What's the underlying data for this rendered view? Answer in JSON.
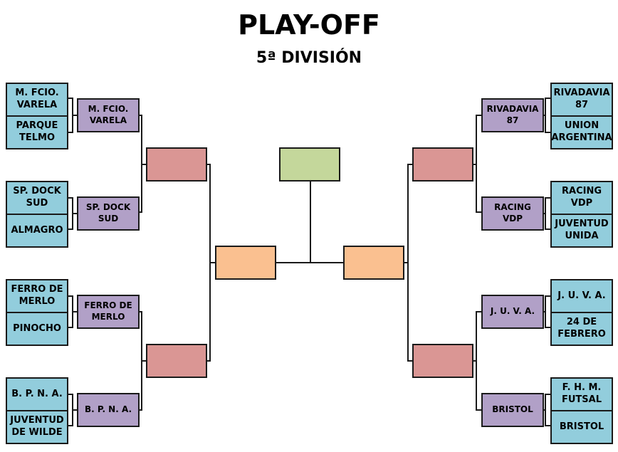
{
  "header": {
    "title": "PLAY-OFF",
    "subtitle": "5ª DIVISIÓN"
  },
  "left": {
    "round1": [
      "M. FCIO. VARELA",
      "PARQUE TELMO",
      "SP. DOCK SUD",
      "ALMAGRO",
      "FERRO DE MERLO",
      "PINOCHO",
      "B. P. N. A.",
      "JUVENTUD DE WILDE"
    ],
    "round2": [
      "M. FCIO. VARELA",
      "SP. DOCK SUD",
      "FERRO DE MERLO",
      "B. P. N. A."
    ],
    "semis": [
      "",
      ""
    ],
    "final": ""
  },
  "right": {
    "round1": [
      "RIVADAVIA 87",
      "UNION ARGENTINA",
      "RACING VDP",
      "JUVENTUD UNIDA",
      "J. U. V. A.",
      "24 DE FEBRERO",
      "F. H. M. FUTSAL",
      "BRISTOL"
    ],
    "round2": [
      "RIVADAVIA 87",
      "RACING VDP",
      "J. U. V. A.",
      "BRISTOL"
    ],
    "semis": [
      "",
      ""
    ],
    "final": ""
  },
  "champion": "",
  "colors": {
    "round1": "#92cddc",
    "round2": "#b1a0c7",
    "round3": "#da9694",
    "round4": "#fac090",
    "champion": "#c4d79b"
  }
}
